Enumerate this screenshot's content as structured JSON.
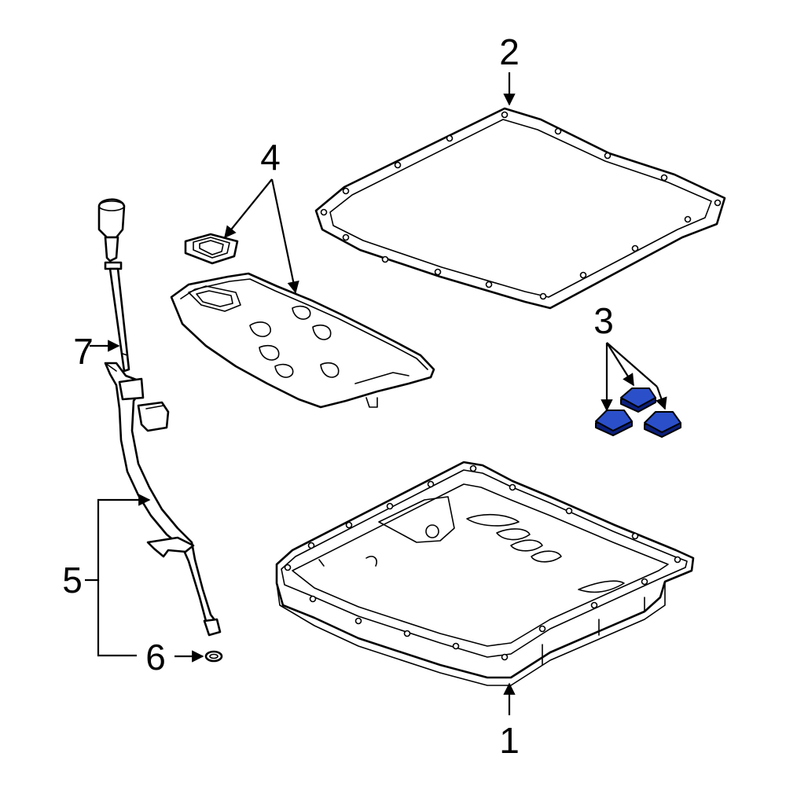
{
  "callouts": {
    "c1": "1",
    "c2": "2",
    "c3": "3",
    "c4": "4",
    "c5": "5",
    "c6": "6",
    "c7": "7"
  },
  "colors": {
    "highlight": "#2b4fc9",
    "highlight_dark": "#0b1f7a",
    "line": "#000000",
    "background": "#ffffff"
  }
}
